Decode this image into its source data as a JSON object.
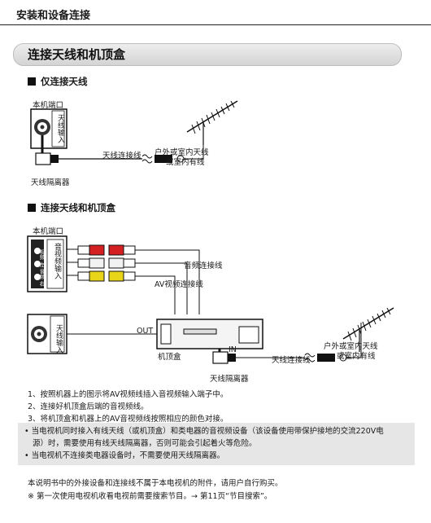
{
  "header": {
    "title": "安装和设备连接"
  },
  "section": {
    "title": "连接天线和机顶盒"
  },
  "antenna_only": {
    "heading": "仅连接天线",
    "port_label": "本机端口",
    "jack_label": "天线输入",
    "cable_label": "天线连接线",
    "antenna_label_line1": "户外或室内天线",
    "antenna_label_line2": "或室内有线",
    "isolator_label": "天线隔离器"
  },
  "antenna_stb": {
    "heading": "连接天线和机顶盒",
    "port_label": "本机端口",
    "av_panel_label": "音视频输入",
    "av_panel_small": "视频 左 音频 右",
    "audio_cable_label": "音频连接线",
    "av_cable_label": "AV视频连接线",
    "jack_label": "天线输入",
    "out_label": "OUT",
    "in_label": "IN",
    "stb_label": "机顶盒",
    "cable_label": "天线连接线",
    "antenna_label_line1": "户外或室内天线",
    "antenna_label_line2": "或室内有线",
    "isolator_label": "天线隔离器"
  },
  "steps": [
    "1、按照机器上的图示将AV视频线插入音视频输入端子中。",
    "2、连接好机顶盒后端的音视频线。",
    "3、将机顶盒和机器上的AV音视频线按照相应的颜色对接。"
  ],
  "notes": [
    "• 当电视机同时接入有线天线（或机顶盒）和类电器的音视频设备（该设备使用带保护接地的交流220V电",
    "源）时，需要使用有线天线隔离器，否则可能会引起着火等危险。",
    "• 当电视机不连接类电器设备时，不需要使用天线隔离器。"
  ],
  "footer": {
    "line1": "本说明书中的外接设备和连接线不属于本电视机的附件，请用户自行购买。",
    "line2": "※ 第一次使用电视机收看电视前需要搜索节目。→ 第11页“节目搜索”。"
  },
  "colors": {
    "banner": "#d9d9d9",
    "note_bg": "#e6e6e6",
    "plug_red": "#d42020",
    "plug_yellow": "#e8d418",
    "plug_white": "#f2f2f2"
  }
}
